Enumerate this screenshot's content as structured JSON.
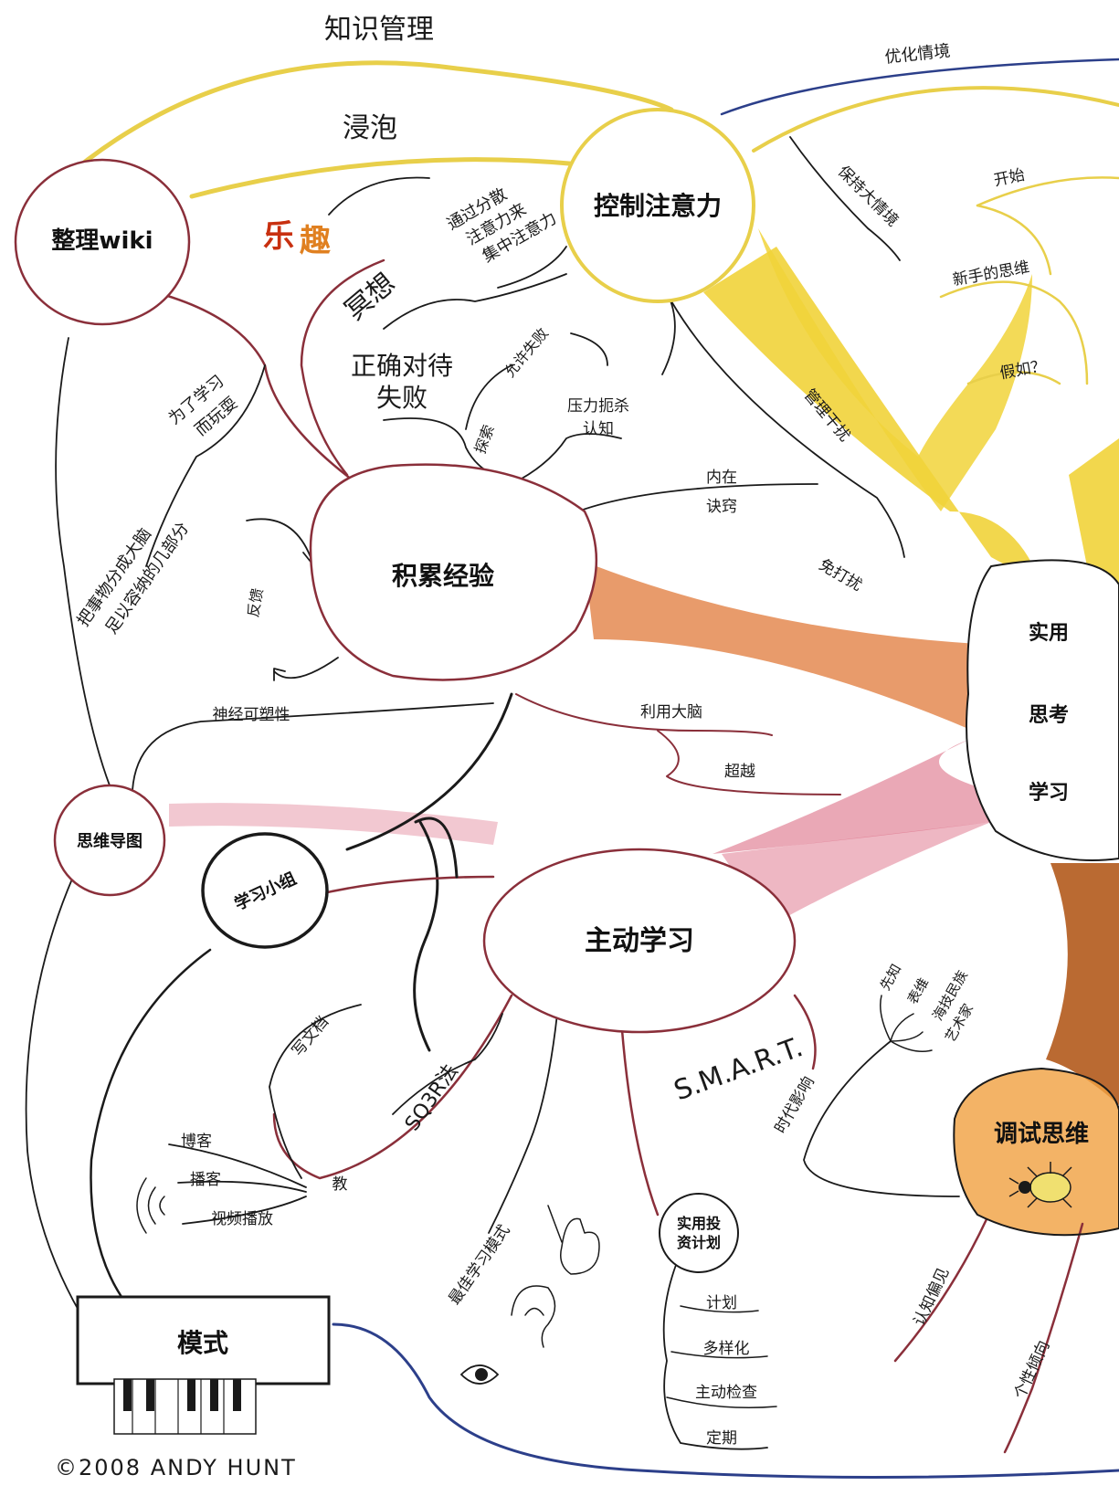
{
  "colors": {
    "ink": "#1a1a1a",
    "node_outline": "#8a2f3a",
    "yellow_branch": "#e8cf4a",
    "yellow_fill": "#f1d33a",
    "orange_fill": "#e07a3a",
    "pink_fill": "#d9607a",
    "brown_fill": "#b35a1c",
    "blue_line": "#2c3f8a",
    "fun_red": "#c83010",
    "fun_orange": "#e08020",
    "bug_yellow": "#f0e070"
  },
  "nodes": {
    "wiki": "整理wiki",
    "attention": "控制注意力",
    "experience": "积累经验",
    "practical_1": "实用",
    "practical_2": "思考",
    "practical_3": "学习",
    "mindmap": "思维导图",
    "active": "主动学习",
    "study_group": "学习小组",
    "patterns": "模式",
    "debug": "调试思维",
    "plan_1": "实用投",
    "plan_2": "资计划"
  },
  "labels": {
    "knowledge_mgmt": "知识管理",
    "soak": "浸泡",
    "optimize_context": "优化情境",
    "fun_1": "乐",
    "fun_2": "趣",
    "focus_1": "通过分散",
    "focus_2": "注意力来",
    "focus_3": "集中注意力",
    "meditate": "冥想",
    "failure_1": "正确对待",
    "failure_2": "失败",
    "allow_fail": "允许失败",
    "explore": "探索",
    "pressure_1": "压力扼杀",
    "pressure_2": "认知",
    "learn_play_1": "为了学习",
    "learn_play_2": "而玩耍",
    "split_1": "把事物分成大脑",
    "split_2": "足以容纳的几部分",
    "feedback": "反馈",
    "intrinsic_1": "内在",
    "intrinsic_2": "诀窍",
    "no_interrupt": "免打扰",
    "manage_interrupt": "管理干扰",
    "big_picture": "保持大情境",
    "start": "开始",
    "beginner": "新手的思维",
    "what_if": "假如？",
    "neuroplasticity": "神经可塑性",
    "use_brain": "利用大脑",
    "transcend": "超越",
    "write_docs": "写文档",
    "sq3r": "SQ3R法",
    "smart": "S.M.A.R.T.",
    "era_1": "时代影响",
    "era_2": "先知",
    "era_3": "表维",
    "era_4": "海技民族",
    "era_5": "艺术家",
    "blog": "博客",
    "podcast": "播客",
    "video": "视频播放",
    "teach": "教",
    "best_style": "最佳学习模式",
    "plan_step_1": "计划",
    "plan_step_2": "多样化",
    "plan_step_3": "主动检查",
    "plan_step_4": "定期",
    "bias": "认知偏见",
    "personality": "个性倾向",
    "copyright": "©2008 ANDY HUNT"
  }
}
